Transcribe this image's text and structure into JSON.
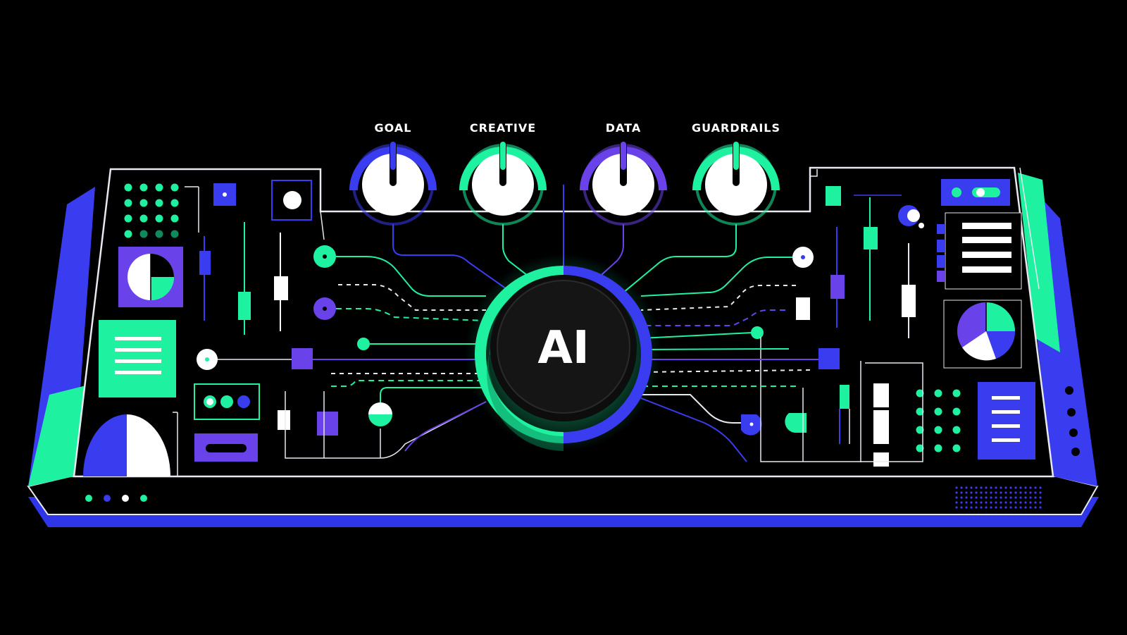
{
  "colors": {
    "background": "#000000",
    "green": "#1ef2a0",
    "blue": "#3a3cf0",
    "purple": "#6a42ea",
    "white": "#ffffff",
    "outline": "#e8e8f0"
  },
  "knobs": [
    {
      "label": "GOAL",
      "accent": "blue"
    },
    {
      "label": "CREATIVE",
      "accent": "green"
    },
    {
      "label": "DATA",
      "accent": "purple"
    },
    {
      "label": "GUARDRAILS",
      "accent": "green"
    }
  ],
  "core": {
    "label": "AI"
  },
  "icons": {
    "core": "ai-core-button",
    "pie_left": "pie-chart-icon",
    "pie_right": "pie-chart-icon",
    "doc_left": "document-lines-icon",
    "doc_right": "document-lines-icon",
    "toggle": "toggle-switch-icon"
  },
  "status_dots": [
    "green",
    "blue",
    "white",
    "green"
  ]
}
